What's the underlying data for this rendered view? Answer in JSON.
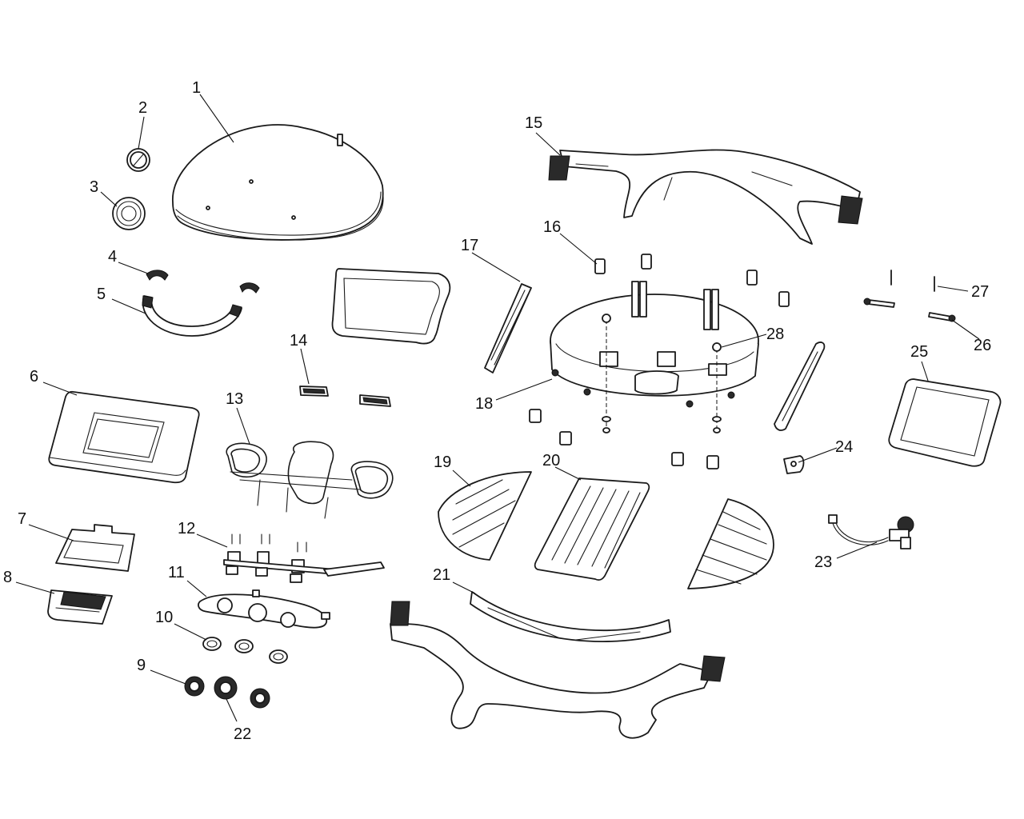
{
  "callouts": [
    {
      "id": "1",
      "label": "1"
    },
    {
      "id": "2",
      "label": "2"
    },
    {
      "id": "3",
      "label": "3"
    },
    {
      "id": "4",
      "label": "4"
    },
    {
      "id": "5",
      "label": "5"
    },
    {
      "id": "6",
      "label": "6"
    },
    {
      "id": "7",
      "label": "7"
    },
    {
      "id": "8",
      "label": "8"
    },
    {
      "id": "9",
      "label": "9"
    },
    {
      "id": "10",
      "label": "10"
    },
    {
      "id": "11",
      "label": "11"
    },
    {
      "id": "12",
      "label": "12"
    },
    {
      "id": "13",
      "label": "13"
    },
    {
      "id": "14",
      "label": "14"
    },
    {
      "id": "15",
      "label": "15"
    },
    {
      "id": "16",
      "label": "16"
    },
    {
      "id": "17",
      "label": "17"
    },
    {
      "id": "18",
      "label": "18"
    },
    {
      "id": "19",
      "label": "19"
    },
    {
      "id": "20",
      "label": "20"
    },
    {
      "id": "21",
      "label": "21"
    },
    {
      "id": "22",
      "label": "22"
    },
    {
      "id": "23",
      "label": "23"
    },
    {
      "id": "24",
      "label": "24"
    },
    {
      "id": "25",
      "label": "25"
    },
    {
      "id": "26",
      "label": "26"
    },
    {
      "id": "27",
      "label": "27"
    },
    {
      "id": "28",
      "label": "28"
    }
  ],
  "colors": {
    "line": "#1a1a1a",
    "background": "#ffffff"
  }
}
